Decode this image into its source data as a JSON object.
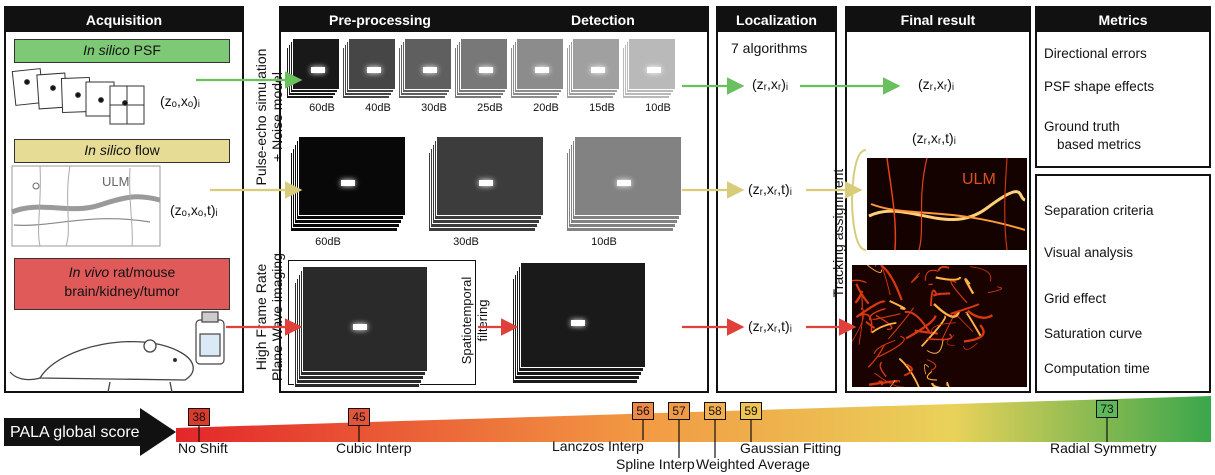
{
  "panels": {
    "acquisition": "Acquisition",
    "preprocessing": "Pre-processing",
    "detection": "Detection",
    "localization": "Localization",
    "final": "Final result",
    "metrics": "Metrics"
  },
  "acquisition": {
    "psf": {
      "italic": "In silico",
      "rest": " PSF",
      "color": "#7dc975",
      "formula": "(zₒ,xₒ)ᵢ"
    },
    "flow": {
      "italic": "In silico",
      "rest": " flow",
      "color": "#e6dc96",
      "formula": "(zₒ,xₒ,t)ᵢ",
      "sketch_text": "ULM"
    },
    "vivo": {
      "italic": "In vivo",
      "rest": " rat/mouse",
      "line2": "brain/kidney/tumor",
      "color": "#e05a5a"
    }
  },
  "side_labels": {
    "sim_line1": "Pulse-echo simulation",
    "sim_line2": "+ Noise model",
    "hfr_line1": "High Frame Rate",
    "hfr_line2": "Plane Wave imaging",
    "spatio_line1": "Spatiotemporal",
    "spatio_line2": "filtering",
    "tracking": "Tracking assignment"
  },
  "psf_db": [
    "60dB",
    "40dB",
    "30dB",
    "25dB",
    "20dB",
    "15dB",
    "10dB"
  ],
  "flow_db": [
    "60dB",
    "30dB",
    "10dB"
  ],
  "localization": {
    "algorithms": "7 algorithms",
    "out_psf": "(zᵣ,xᵣ)ᵢ",
    "out_flow": "(zᵣ,xᵣ,t)ᵢ",
    "out_vivo": "(zᵣ,xᵣ,t)ᵢ"
  },
  "final": {
    "out_psf": "(zᵣ,xᵣ)ᵢ",
    "out_flow": "(zᵣ,xᵣ,t)ᵢ",
    "ulm_text": "ULM"
  },
  "metrics": {
    "group1": [
      "Directional errors",
      "PSF shape effects",
      "Ground truth",
      "based metrics"
    ],
    "group2": [
      "Separation criteria",
      "Visual analysis",
      "Grid effect",
      "Saturation curve",
      "Computation time"
    ]
  },
  "score": {
    "label": "PALA global score",
    "items": [
      {
        "value": "38",
        "name": "No Shift",
        "color": "#d93a2b"
      },
      {
        "value": "45",
        "name": "Cubic Interp",
        "color": "#e2553a"
      },
      {
        "value": "56",
        "name": "Lanczos Interp",
        "color": "#ee8a44"
      },
      {
        "value": "57",
        "name": "Spline Interp",
        "color": "#f09a48"
      },
      {
        "value": "58",
        "name": "Weighted Average",
        "color": "#f3b050"
      },
      {
        "value": "59",
        "name": "Gaussian Fitting",
        "color": "#f1c452"
      },
      {
        "value": "73",
        "name": "Radial Symmetry",
        "color": "#5cb85a"
      }
    ]
  },
  "colors": {
    "green_arrow": "#6abf5e",
    "yellow_arrow": "#d8cc7a",
    "red_arrow": "#e0403a"
  }
}
